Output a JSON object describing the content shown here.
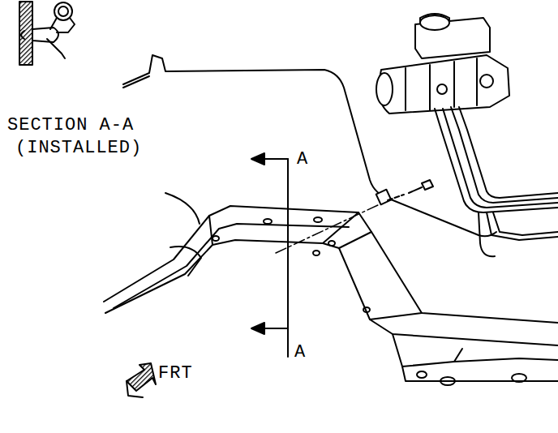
{
  "diagram": {
    "labels": [
      "SECTION A-A",
      "(INSTALLED)",
      "A",
      "A",
      "FRT"
    ]
  }
}
